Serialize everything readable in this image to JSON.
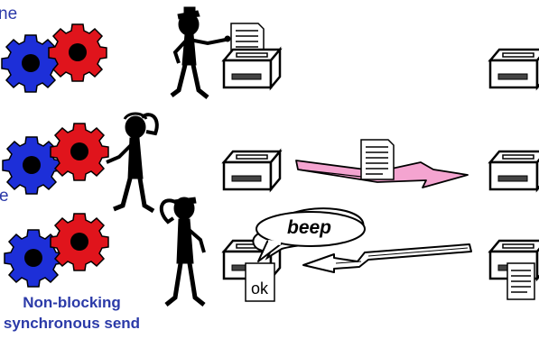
{
  "text": {
    "top_left_fragment": "ne",
    "mid_left_fragment": "e",
    "beep": "beep",
    "ok": "ok",
    "caption_line1": "Non-blocking",
    "caption_line2": "synchronous send"
  },
  "colors": {
    "caption": "#2b3aa8",
    "gear_blue": "#1d2fd8",
    "gear_red": "#e0141c",
    "arrow_pink": "#f4a4d0",
    "ink": "#000000",
    "bubble_fill": "#ffffff"
  },
  "icons": [
    "gear-icon",
    "stick-figure-icon",
    "printer-icon",
    "document-icon",
    "arrow-icon",
    "speech-bubble-icon"
  ]
}
